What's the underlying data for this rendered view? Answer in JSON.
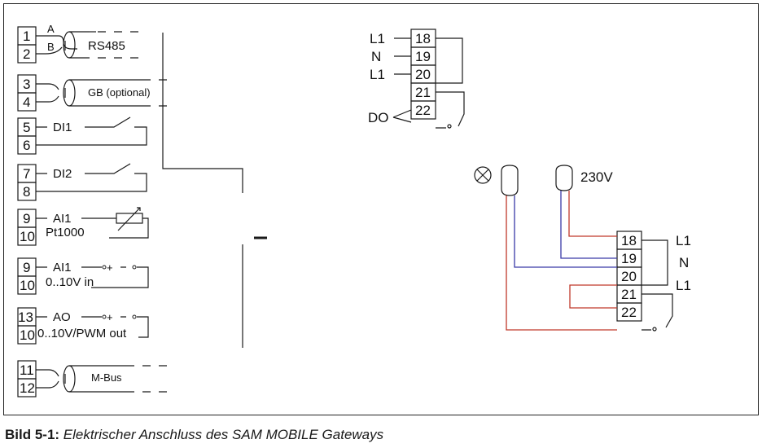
{
  "caption": {
    "label": "Bild 5-1:",
    "text": "Elektrischer Anschluss des SAM MOBILE Gateways"
  },
  "left_block": {
    "rs485": {
      "terminals": [
        "1",
        "2"
      ],
      "wire_a": "A",
      "wire_b": "B",
      "label": "RS485"
    },
    "gb": {
      "terminals": [
        "3",
        "4"
      ],
      "label": "GB (optional)"
    },
    "di1": {
      "terminals": [
        "5",
        "6"
      ],
      "label": "DI1"
    },
    "di2": {
      "terminals": [
        "7",
        "8"
      ],
      "label": "DI2"
    },
    "ai1_pt": {
      "terminals": [
        "9",
        "10"
      ],
      "label": "AI1",
      "sublabel": "Pt1000"
    },
    "ai1_v": {
      "terminals": [
        "9",
        "10"
      ],
      "label": "AI1",
      "sublabel": "0..10V in",
      "plus": "+"
    },
    "ao": {
      "terminals": [
        "13",
        "10"
      ],
      "label": "AO",
      "sublabel": "0..10V/PWM out",
      "plus": "+"
    },
    "mbus": {
      "terminals": [
        "11",
        "12"
      ],
      "label": "M-Bus"
    }
  },
  "top_block": {
    "rows": [
      {
        "term": "18",
        "label": "L1"
      },
      {
        "term": "19",
        "label": "N"
      },
      {
        "term": "20",
        "label": "L1"
      },
      {
        "term": "21",
        "label": ""
      },
      {
        "term": "22",
        "label": ""
      }
    ],
    "do_label": "DO"
  },
  "right_block": {
    "voltage": "230V",
    "rows": [
      {
        "term": "18",
        "label": "L1"
      },
      {
        "term": "19",
        "label": "N"
      },
      {
        "term": "20",
        "label": "L1"
      },
      {
        "term": "21",
        "label": ""
      },
      {
        "term": "22",
        "label": ""
      }
    ]
  },
  "colors": {
    "line": "#1a1a1a",
    "red_wire": "#c0392b",
    "blue_wire": "#3a3aa8"
  }
}
